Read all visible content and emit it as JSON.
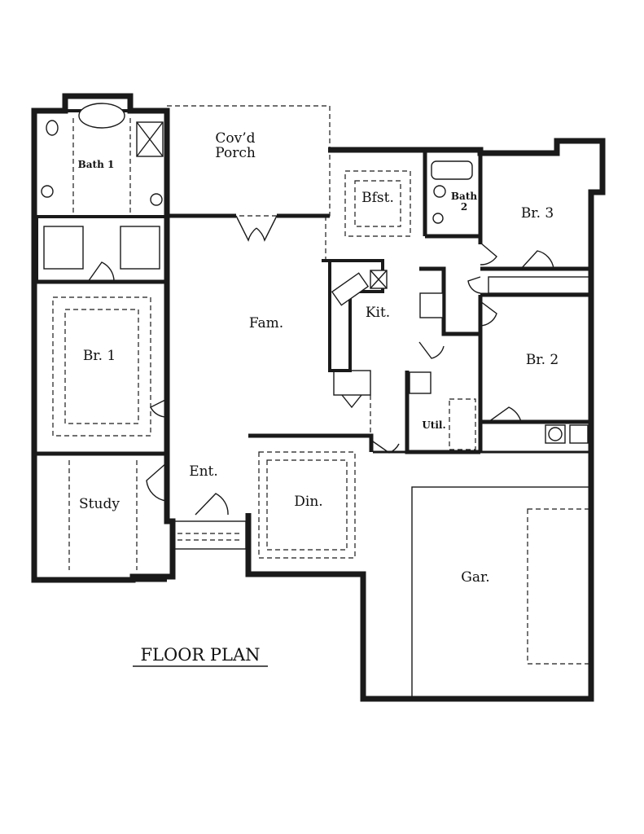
{
  "plan": {
    "title": "FLOOR PLAN",
    "rooms": {
      "porch_line1": "Cov’d",
      "porch_line2": "Porch",
      "bath1": "Bath 1",
      "bfst": "Bfst.",
      "bath2_line1": "Bath",
      "bath2_line2": "2",
      "br3": "Br. 3",
      "fam": "Fam.",
      "kit": "Kit.",
      "br1": "Br. 1",
      "br2": "Br. 2",
      "util": "Util.",
      "ent": "Ent.",
      "study": "Study",
      "din": "Din.",
      "gar": "Gar."
    }
  }
}
